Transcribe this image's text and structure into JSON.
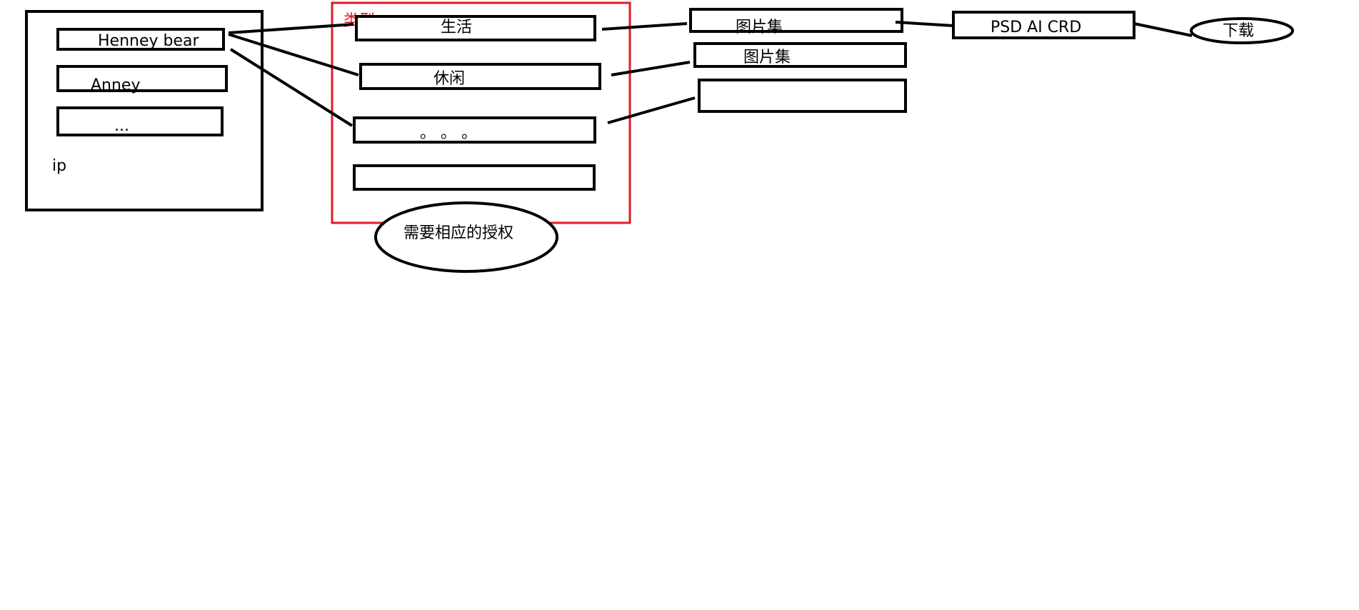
{
  "ip_panel": {
    "label": "ip",
    "items": [
      "Henney bear",
      "Anney",
      "..."
    ]
  },
  "type_panel": {
    "label": "类型",
    "items": [
      "生活",
      "休闲",
      "。 。 。",
      ""
    ],
    "note": "需要相应的授权"
  },
  "gallery": {
    "items": [
      "图片集",
      "图片集",
      ""
    ]
  },
  "formats": {
    "label": "PSD AI CRD"
  },
  "download": {
    "label": "下载"
  },
  "colors": {
    "outline": "#000000",
    "type_highlight": "#e01b24",
    "background": "#ffffff"
  }
}
